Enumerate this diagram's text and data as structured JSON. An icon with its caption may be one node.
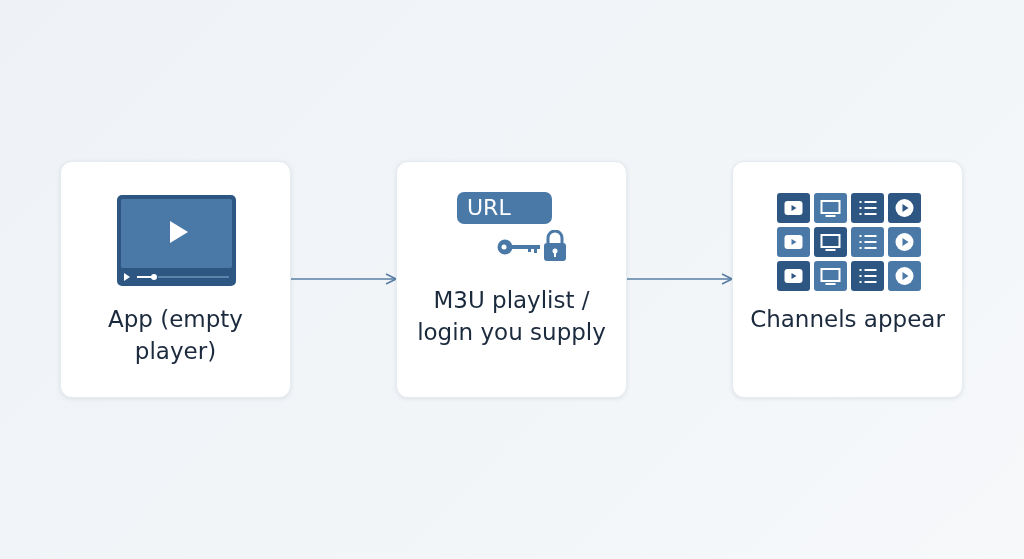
{
  "diagram": {
    "nodes": [
      {
        "text": [
          "App (empty player)"
        ]
      },
      {
        "text": [
          "URL",
          "M3U playlist / login you supply"
        ]
      },
      {
        "text": [
          "Channels appear"
        ]
      }
    ],
    "edges": [
      {
        "from": 0,
        "to": 1,
        "arrow": "to"
      },
      {
        "from": 1,
        "to": 2,
        "arrow": "to"
      }
    ]
  }
}
